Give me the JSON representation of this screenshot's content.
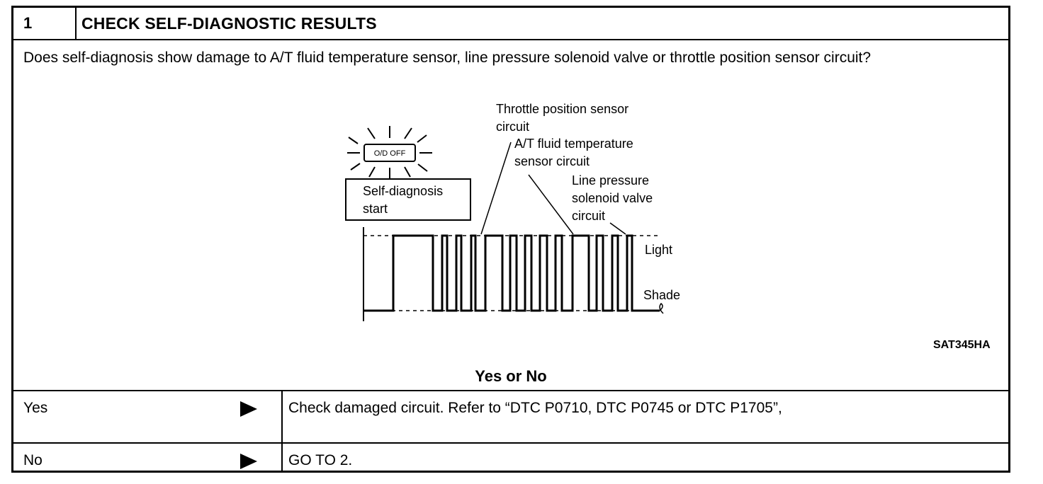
{
  "header": {
    "step_number": "1",
    "title": "CHECK SELF-DIAGNOSTIC RESULTS"
  },
  "question": "Does self-diagnosis show damage to A/T fluid temperature sensor, line pressure solenoid valve or throttle position sensor circuit?",
  "figure": {
    "indicator_label": "O/D OFF",
    "start_box": [
      "Self-diagnosis",
      "start"
    ],
    "callouts": {
      "throttle": [
        "Throttle position sensor",
        "circuit"
      ],
      "fluid_temp": [
        "A/T fluid temperature",
        "sensor circuit"
      ],
      "line_pressure": [
        "Line pressure",
        "solenoid valve",
        "circuit"
      ]
    },
    "level_light": "Light",
    "level_shade": "Shade",
    "code": "SAT345HA"
  },
  "decision_label": "Yes or No",
  "rows": [
    {
      "answer": "Yes",
      "action": "Check damaged circuit. Refer to “DTC P0710, DTC P0745 or DTC P1705”,"
    },
    {
      "answer": "No",
      "action": "GO TO 2."
    }
  ]
}
